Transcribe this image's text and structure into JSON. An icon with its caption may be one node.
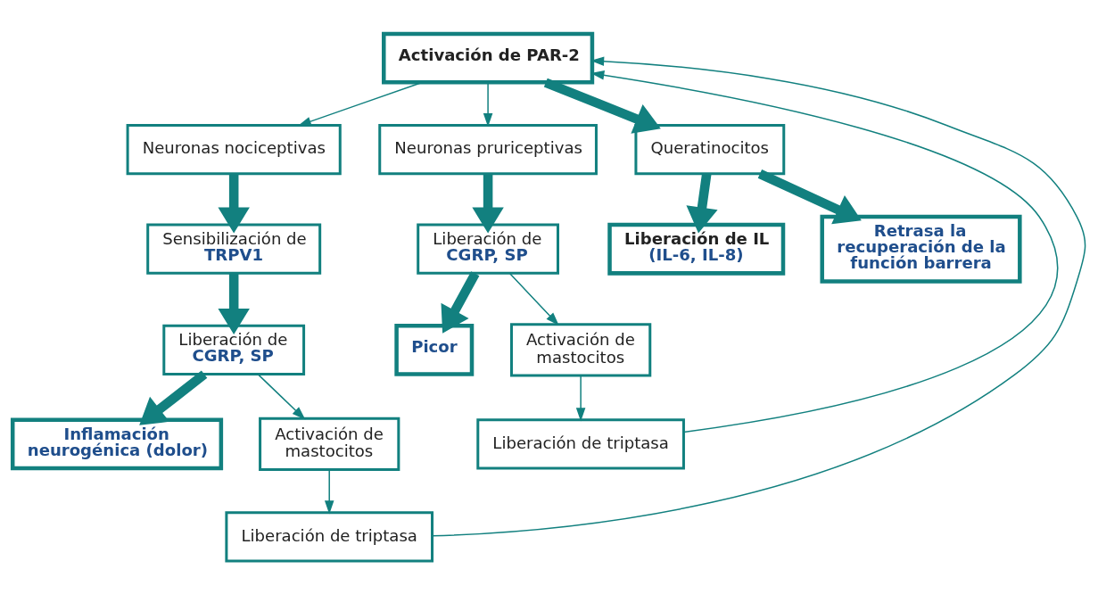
{
  "diagram": {
    "nodes": [
      {
        "text": [
          "Activación de PAR-2"
        ]
      },
      {
        "text": [
          "Neuronas nociceptivas"
        ]
      },
      {
        "text": [
          "Neuronas pruriceptivas"
        ]
      },
      {
        "text": [
          "Queratinocitos"
        ]
      },
      {
        "text": [
          "Sensibilización de",
          "TRPV1"
        ]
      },
      {
        "text": [
          "Liberación de",
          "CGRP, SP"
        ]
      },
      {
        "text": [
          "Liberación de",
          "CGRP, SP"
        ]
      },
      {
        "text": [
          "Inflamación neurogénica (dolor)"
        ]
      },
      {
        "text": [
          "Picor"
        ]
      },
      {
        "text": [
          "Activación de mastocitos"
        ]
      },
      {
        "text": [
          "Liberación de triptasa"
        ]
      },
      {
        "text": [
          "Activación de mastocitos"
        ]
      },
      {
        "text": [
          "Liberación de triptasa"
        ]
      },
      {
        "text": [
          "Liberación de IL",
          "(IL-6, IL-8)"
        ]
      },
      {
        "text": [
          "Retrasa la recuperación de la función barrera"
        ]
      }
    ],
    "edges": [
      {
        "from": 0,
        "to": 1,
        "arrow": "to"
      },
      {
        "from": 0,
        "to": 2,
        "arrow": "to"
      },
      {
        "from": 0,
        "to": 3,
        "arrow": "to",
        "style": "thick"
      },
      {
        "from": 1,
        "to": 4,
        "arrow": "to",
        "style": "thick"
      },
      {
        "from": 4,
        "to": 6,
        "arrow": "to",
        "style": "thick"
      },
      {
        "from": 6,
        "to": 7,
        "arrow": "to",
        "style": "thick"
      },
      {
        "from": 6,
        "to": 11,
        "arrow": "to"
      },
      {
        "from": 11,
        "to": 12,
        "arrow": "to"
      },
      {
        "from": 12,
        "to": 0,
        "arrow": "to"
      },
      {
        "from": 2,
        "to": 5,
        "arrow": "to",
        "style": "thick"
      },
      {
        "from": 5,
        "to": 8,
        "arrow": "to",
        "style": "thick"
      },
      {
        "from": 5,
        "to": 9,
        "arrow": "to"
      },
      {
        "from": 9,
        "to": 10,
        "arrow": "to"
      },
      {
        "from": 10,
        "to": 0,
        "arrow": "to"
      },
      {
        "from": 3,
        "to": 13,
        "arrow": "to",
        "style": "thick"
      },
      {
        "from": 3,
        "to": 14,
        "arrow": "to",
        "style": "thick"
      }
    ]
  }
}
